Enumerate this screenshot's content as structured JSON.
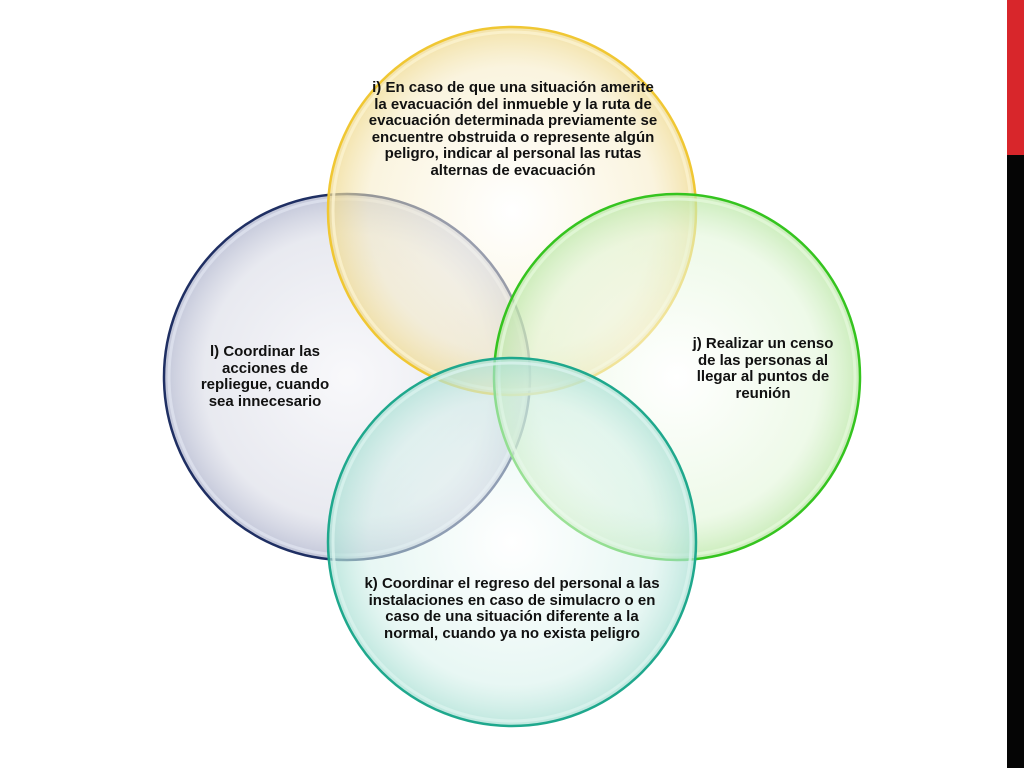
{
  "colors": {
    "top_circle": "#f3e3a7",
    "left_circle": "#c9ccdc",
    "right_circle": "#d2f0c4",
    "bottom_circle": "#c4ebe2",
    "accent_red": "#d8262b",
    "accent_black": "#050505"
  },
  "diagram": {
    "top": "i) En caso de que una situación amerite la evacuación del inmueble y la ruta de evacuación determinada previamente se encuentre obstruida o represente algún peligro, indicar al personal las rutas alternas de evacuación",
    "left": "l) Coordinar las acciones de repliegue, cuando sea innecesario",
    "right": "j) Realizar un censo de las personas al llegar al puntos de reunión",
    "bottom": "k) Coordinar el regreso del personal a las instalaciones en caso de simulacro o en caso de una situación diferente a la normal, cuando ya no exista peligro"
  }
}
